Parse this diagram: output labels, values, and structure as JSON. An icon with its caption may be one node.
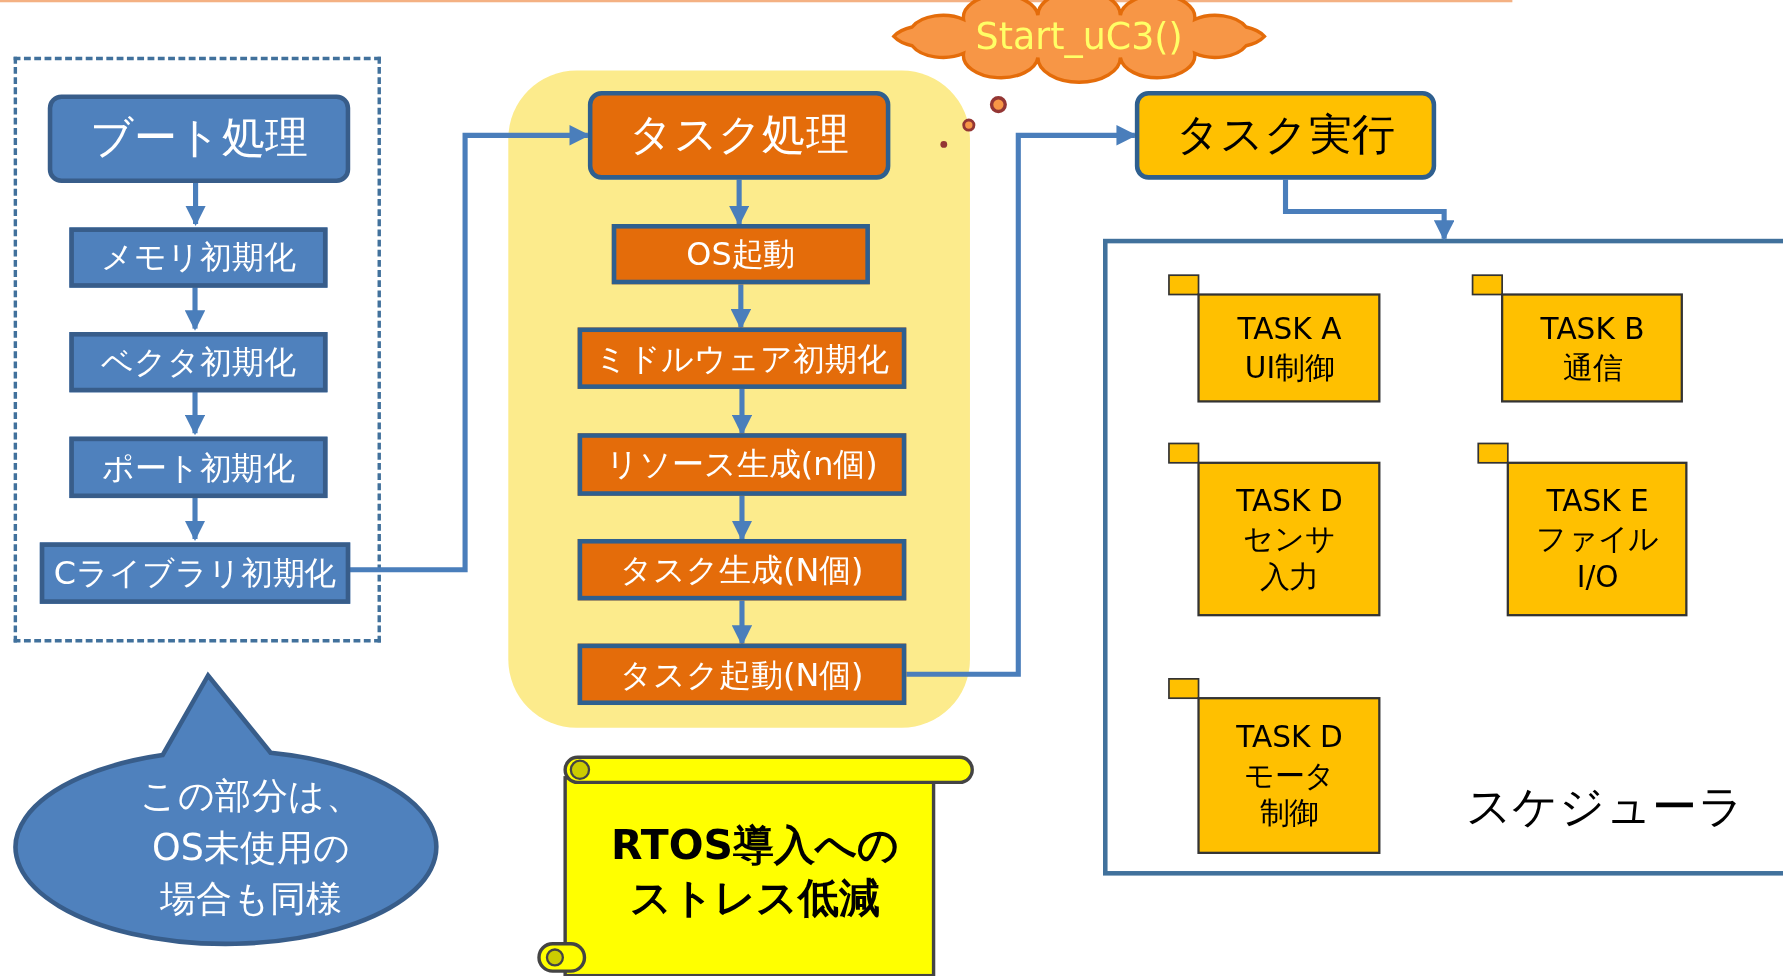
{
  "diagram": {
    "nodes": [
      {
        "text": [],
        "shape": "box"
      },
      {
        "text": [
          "ブート処理"
        ],
        "in": 0
      },
      {
        "text": [
          "メモリ初期化"
        ],
        "in": 0
      },
      {
        "text": [
          "ベクタ初期化"
        ],
        "in": 0
      },
      {
        "text": [
          "ポート初期化"
        ],
        "in": 0
      },
      {
        "text": [
          "Cライブラリ初期化"
        ],
        "in": 0
      },
      {
        "text": [],
        "shape": "box"
      },
      {
        "text": [
          "タスク処理"
        ],
        "in": 6
      },
      {
        "text": [
          "OS起動"
        ],
        "in": 6
      },
      {
        "text": [
          "ミドルウェア初期化"
        ],
        "in": 6
      },
      {
        "text": [
          "リソース生成(n個)"
        ],
        "in": 6
      },
      {
        "text": [
          "タスク生成(N個)"
        ],
        "in": 6
      },
      {
        "text": [
          "タスク起動(N個)"
        ],
        "in": 6
      },
      {
        "text": [
          "タスク実行"
        ]
      },
      {
        "text": [
          "スケジューラ"
        ]
      },
      {
        "text": [
          "TASK A UI制御"
        ],
        "in": 14
      },
      {
        "text": [
          "TASK B 通信"
        ],
        "in": 14
      },
      {
        "text": [
          "TASK D センサ入力"
        ],
        "in": 14
      },
      {
        "text": [
          "TASK E ファイル I/O"
        ],
        "in": 14
      },
      {
        "text": [
          "TASK D モータ制御"
        ],
        "in": 14
      },
      {
        "text": [
          "Start_uC3()"
        ]
      },
      {
        "text": [
          "この部分は、OS未使用の場合も同様"
        ]
      },
      {
        "text": [
          "RTOS導入へのストレス低減"
        ]
      }
    ],
    "edges": [
      {
        "from": 1,
        "to": 2,
        "arrow": "to"
      },
      {
        "from": 2,
        "to": 3,
        "arrow": "to"
      },
      {
        "from": 3,
        "to": 4,
        "arrow": "to"
      },
      {
        "from": 4,
        "to": 5,
        "arrow": "to"
      },
      {
        "from": 5,
        "to": 7,
        "arrow": "to"
      },
      {
        "from": 7,
        "to": 8,
        "arrow": "to"
      },
      {
        "from": 8,
        "to": 9,
        "arrow": "to"
      },
      {
        "from": 9,
        "to": 10,
        "arrow": "to"
      },
      {
        "from": 10,
        "to": 11,
        "arrow": "to"
      },
      {
        "from": 11,
        "to": 12,
        "arrow": "to"
      },
      {
        "from": 12,
        "to": 13,
        "arrow": "to"
      },
      {
        "from": 13,
        "to": 14,
        "arrow": "to"
      }
    ]
  }
}
